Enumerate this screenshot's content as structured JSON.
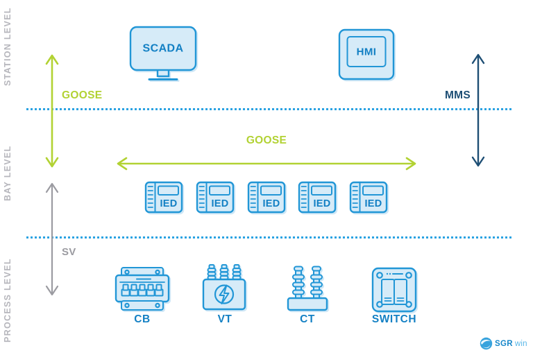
{
  "levels": {
    "station": "STATION LEVEL",
    "bay": "BAY LEVEL",
    "process": "PROCESS LEVEL"
  },
  "protocols": {
    "goose_station": "GOOSE",
    "goose_bay": "GOOSE",
    "mms": "MMS",
    "sv": "SV"
  },
  "devices": {
    "scada": "SCADA",
    "hmi": "HMI",
    "ied": "IED",
    "cb": "CB",
    "vt": "VT",
    "ct": "CT",
    "switch": "SWITCH"
  },
  "logo": {
    "brand_bold": "SGR",
    "brand_light": "win"
  },
  "colors": {
    "accent_blue": "#2196d6",
    "fill_blue": "#d6ebf8",
    "text_blue": "#1380c4",
    "dotted_blue": "#2aa2e2",
    "green": "#b2d233",
    "navy": "#1d4e74",
    "gray": "#9b9ba1",
    "label_gray": "#b6b6bc",
    "shadow_blue": "#cfe7f6",
    "logo_blue": "#38a3dd",
    "logo_text_bold": "#1787c9",
    "logo_text_light": "#58b7e8"
  }
}
